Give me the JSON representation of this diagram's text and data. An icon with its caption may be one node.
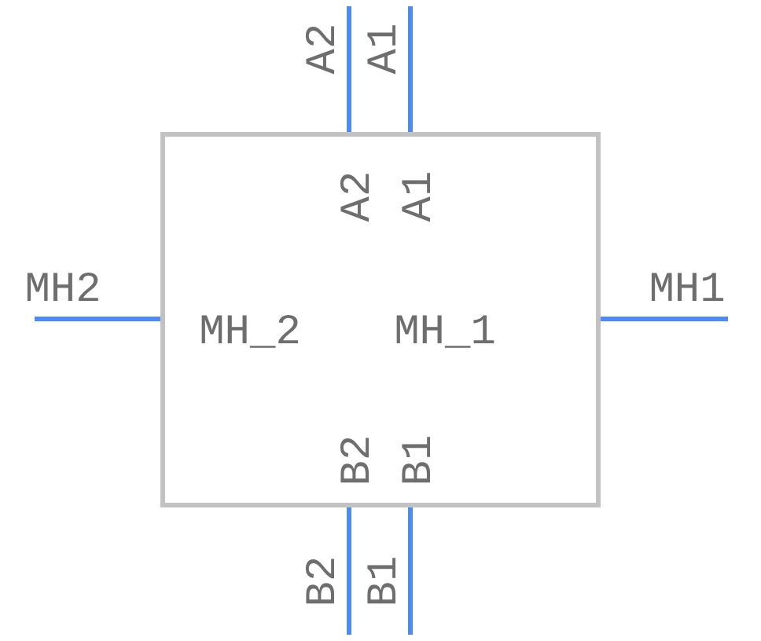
{
  "diagram": {
    "nodes": [
      {
        "text": [
          "A2",
          "A1",
          "MH_2",
          "MH_1",
          "B2",
          "B1"
        ]
      }
    ],
    "labels": [
      "A2",
      "A1",
      "MH2",
      "MH1",
      "B2",
      "B1"
    ]
  }
}
